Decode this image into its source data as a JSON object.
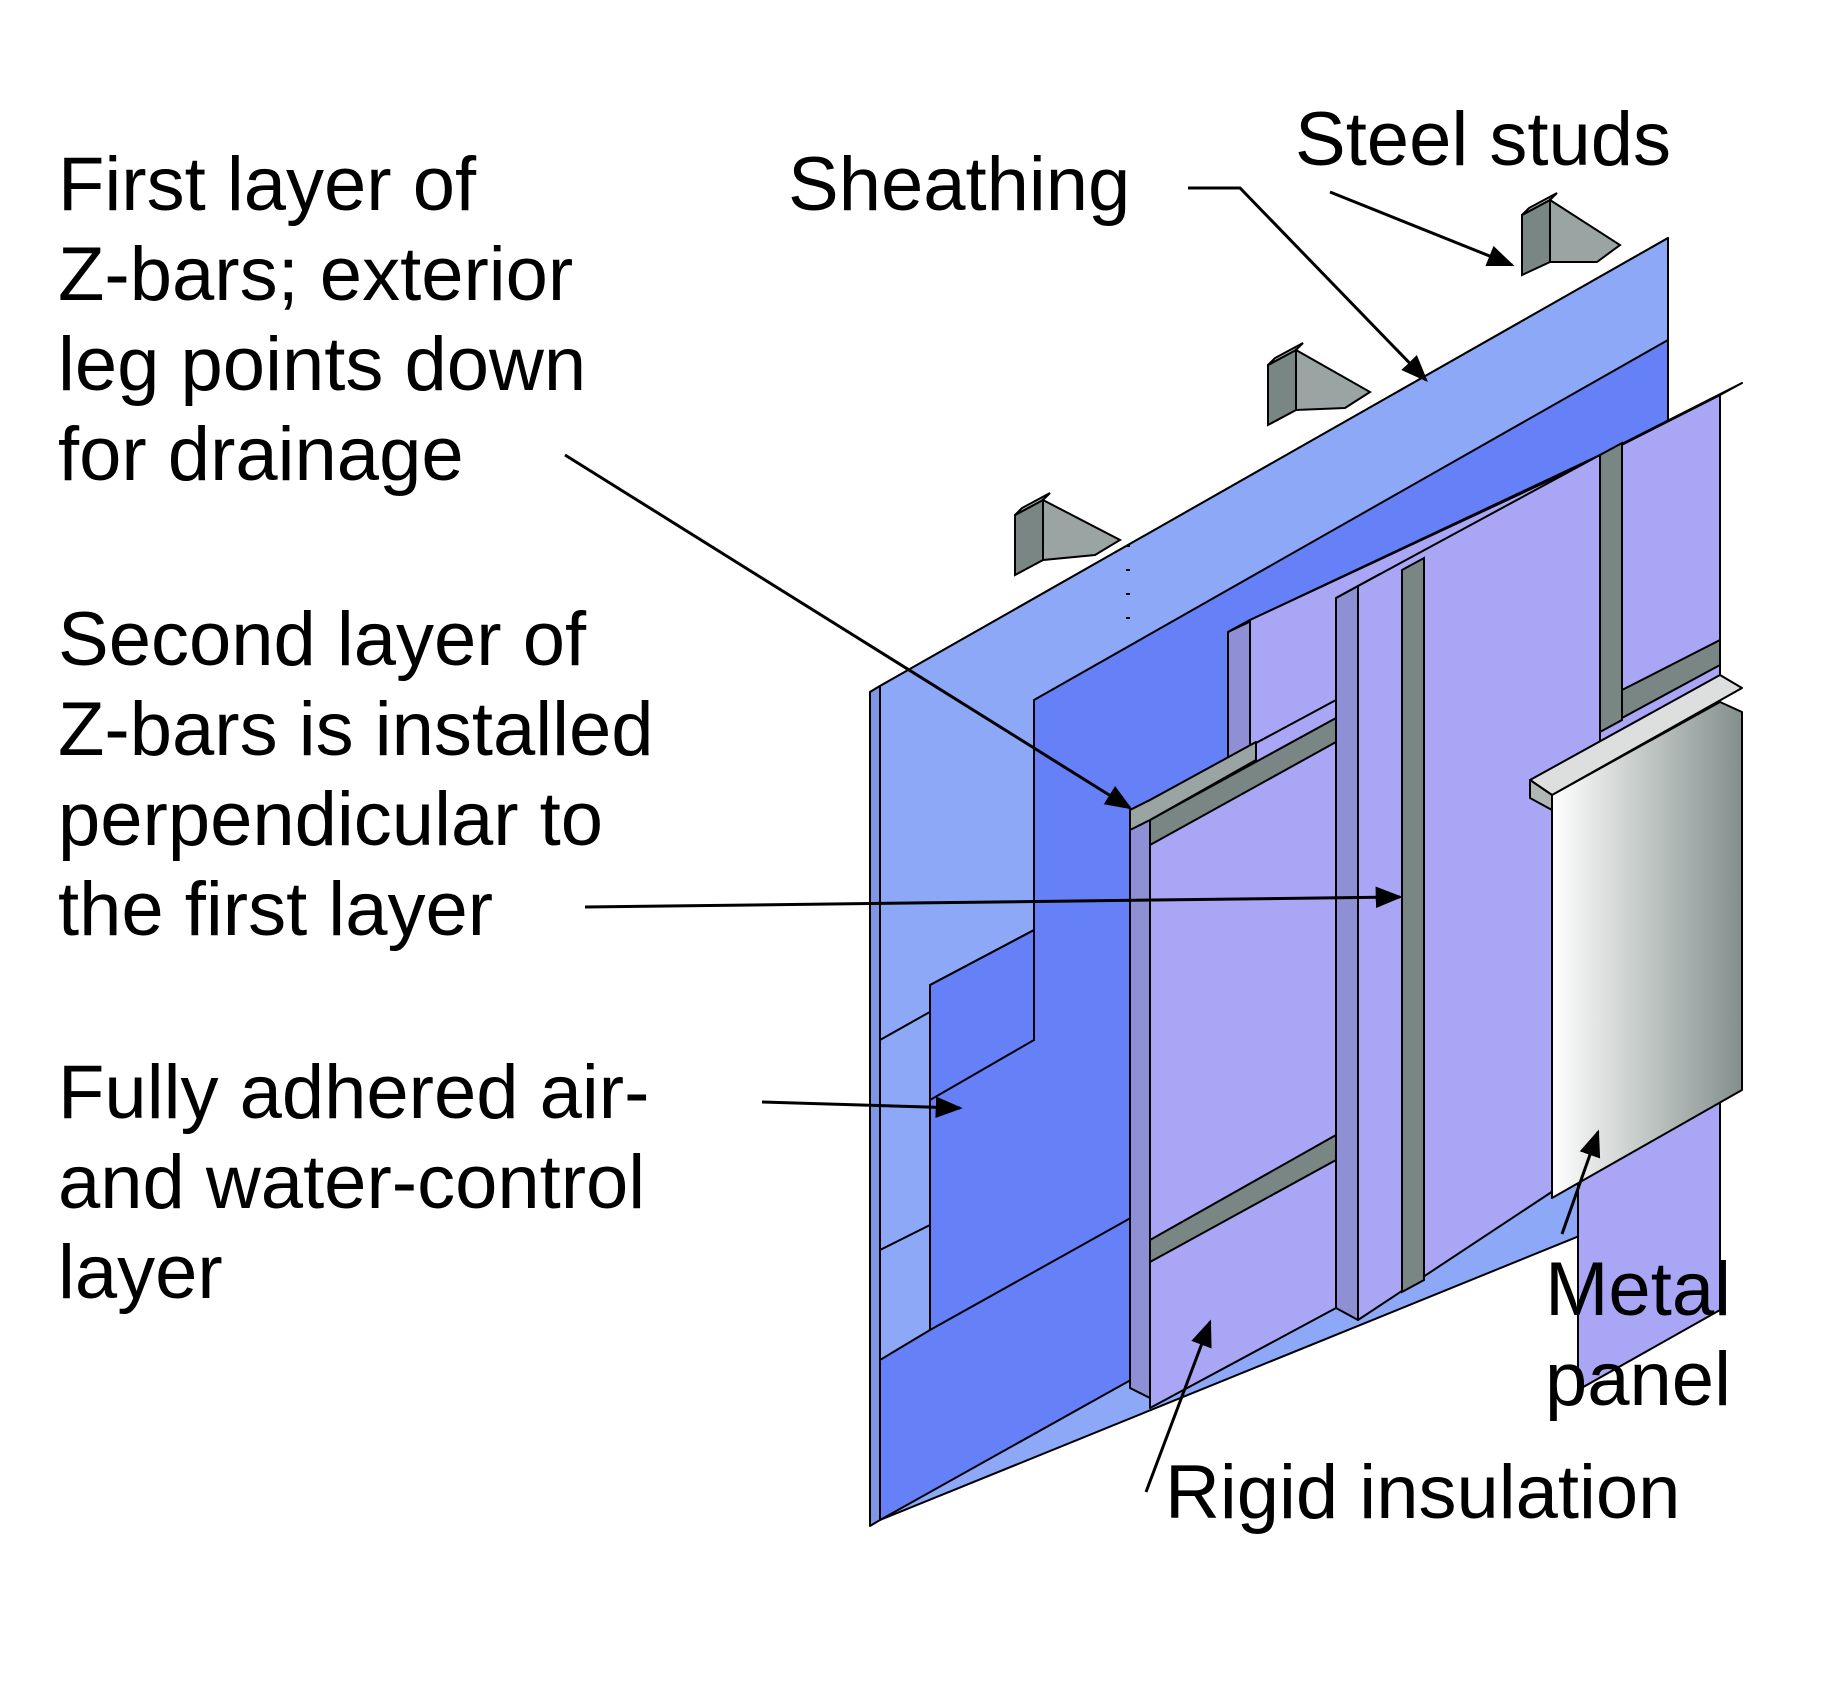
{
  "labels": {
    "first_zbars": [
      "First layer of",
      "Z-bars; exterior",
      "leg points down",
      "for drainage"
    ],
    "second_zbars": [
      "Second layer of",
      "Z-bars is installed",
      "perpendicular to",
      "the first layer"
    ],
    "air_water": [
      "Fully adhered air-",
      "and water-control",
      "layer"
    ],
    "sheathing": "Sheathing",
    "steel_studs": "Steel studs",
    "metal_panel": [
      "Metal",
      "panel"
    ],
    "rigid_insulation": "Rigid insulation"
  },
  "colors": {
    "sheathing": "#8ea8f8",
    "sheathing_edge": "#7f95e6",
    "membrane": "#6680f8",
    "insulation": "#aaa6f6",
    "insulation_edge": "#8f8fd6",
    "zbar": "#7a8684",
    "metal_panel_dark": "#838f8c",
    "metal_panel_light": "#ffffff",
    "leader": "#000000"
  }
}
